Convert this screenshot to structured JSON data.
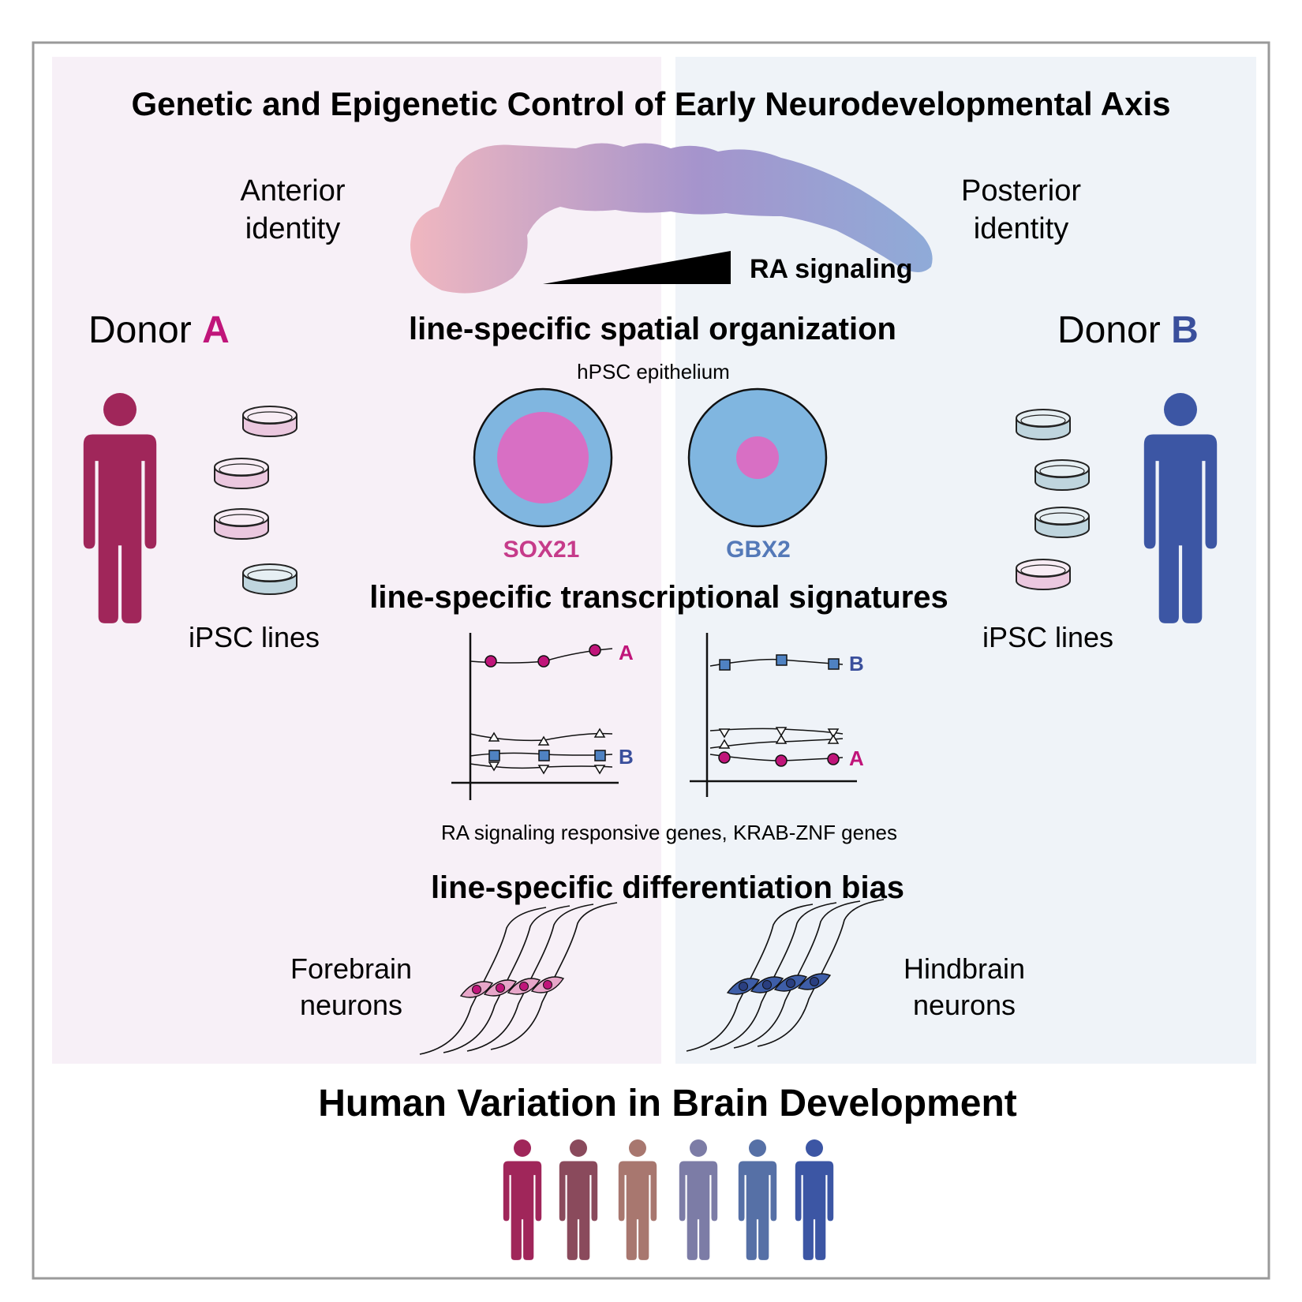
{
  "title": "Genetic and Epigenetic Control of Early Neurodevelopmental Axis",
  "anterior": [
    "Anterior",
    "identity"
  ],
  "posterior": [
    "Posterior",
    "identity"
  ],
  "ra_signaling": "RA signaling",
  "donor_a": {
    "prefix": "Donor ",
    "letter": "A"
  },
  "donor_b": {
    "prefix": "Donor ",
    "letter": "B"
  },
  "ipsc_left": "iPSC lines",
  "ipsc_right": "iPSC lines",
  "spatial_heading": "line-specific spatial organization",
  "epithelium": "hPSC epithelium",
  "sox21": "SOX21",
  "gbx2": "GBX2",
  "transcriptional_heading": "line-specific transcriptional signatures",
  "plot_left": {
    "top_label": "A",
    "bottom_label": "B"
  },
  "plot_right": {
    "top_label": "B",
    "bottom_label": "A"
  },
  "genes_caption": "RA signaling responsive genes, KRAB-ZNF genes",
  "differentiation_heading": "line-specific differentiation bias",
  "forebrain": [
    "Forebrain",
    "neurons"
  ],
  "hindbrain": [
    "Hindbrain",
    "neurons"
  ],
  "footer_title": "Human Variation in Brain Development",
  "colors": {
    "magenta": "#c0157a",
    "blue": "#3a4f9c",
    "donor_a_figure": "#a0265a",
    "donor_b_figure": "#3c56a4",
    "soma_pink": "#e7a6c9",
    "soma_blue": "#3e5ea8",
    "left_panel_bg": "#f7f0f7",
    "right_panel_bg": "#eff3f8",
    "gradient_start": "#f0b7c0",
    "gradient_mid": "#a594cc",
    "gradient_end": "#8fabd8",
    "people_gradient": [
      "#a0265a",
      "#8a4a5c",
      "#a8776f",
      "#7c7ca6",
      "#5670a6",
      "#3c56a4"
    ]
  }
}
